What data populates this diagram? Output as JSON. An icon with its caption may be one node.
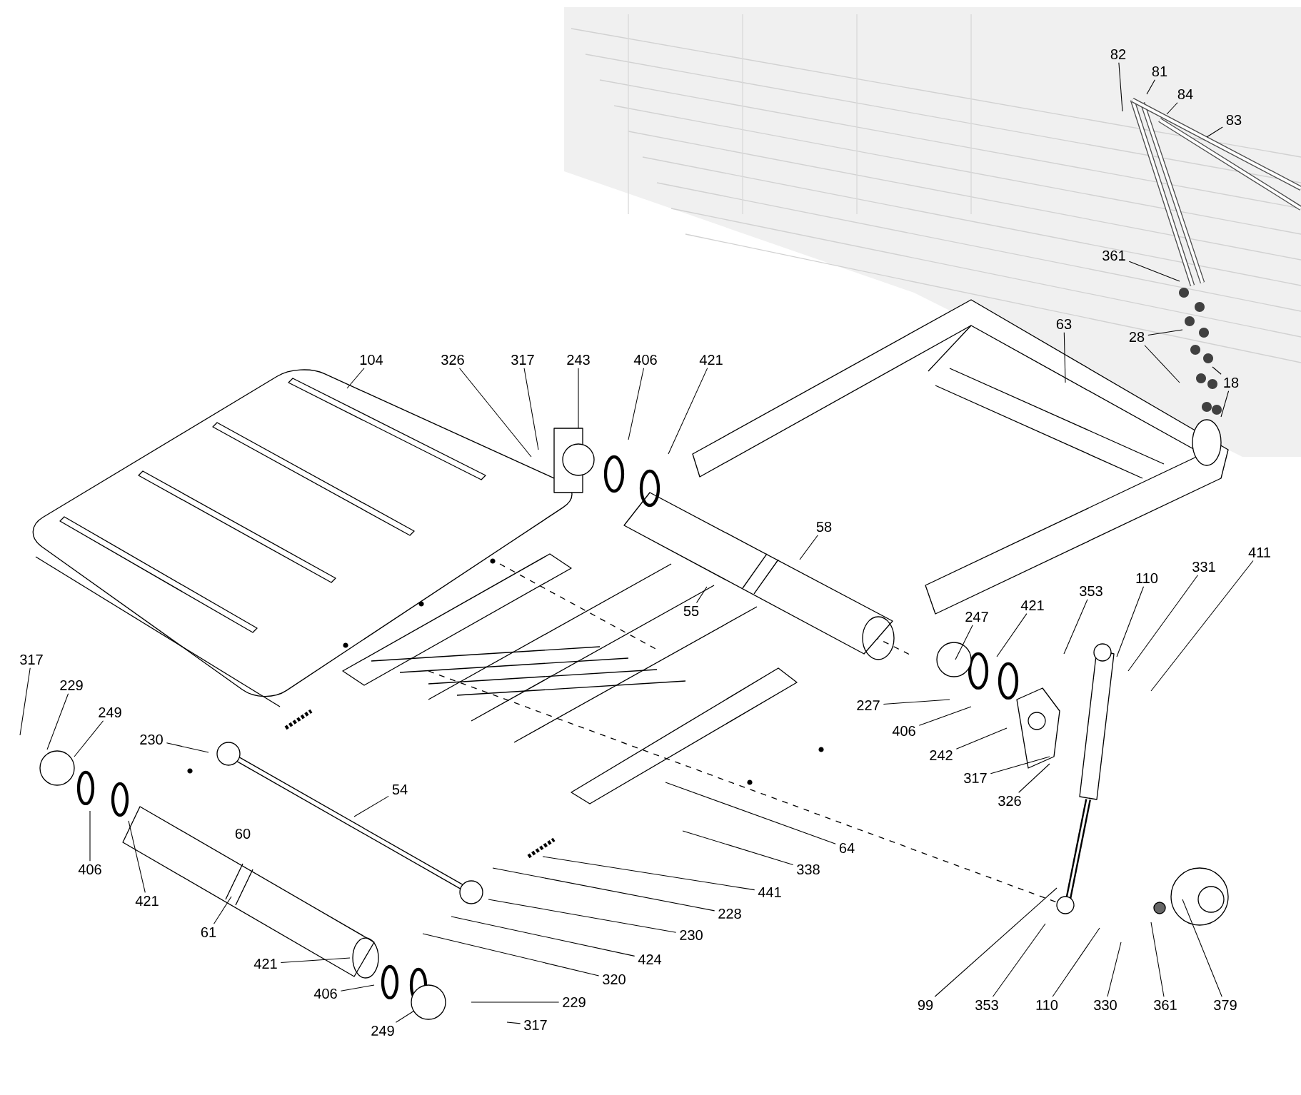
{
  "diagram": {
    "nodes": [
      {
        "text": [
          "82"
        ]
      },
      {
        "text": [
          "81"
        ]
      },
      {
        "text": [
          "84"
        ]
      },
      {
        "text": [
          "83"
        ]
      },
      {
        "text": [
          "361"
        ]
      },
      {
        "text": [
          "63"
        ]
      },
      {
        "text": [
          "28"
        ]
      },
      {
        "text": [
          "18"
        ]
      },
      {
        "text": [
          "104"
        ]
      },
      {
        "text": [
          "326"
        ]
      },
      {
        "text": [
          "317"
        ]
      },
      {
        "text": [
          "243"
        ]
      },
      {
        "text": [
          "406"
        ]
      },
      {
        "text": [
          "421"
        ]
      },
      {
        "text": [
          "58"
        ]
      },
      {
        "text": [
          "55"
        ]
      },
      {
        "text": [
          "353"
        ]
      },
      {
        "text": [
          "110"
        ]
      },
      {
        "text": [
          "331"
        ]
      },
      {
        "text": [
          "411"
        ]
      },
      {
        "text": [
          "247"
        ]
      },
      {
        "text": [
          "421"
        ]
      },
      {
        "text": [
          "317"
        ]
      },
      {
        "text": [
          "229"
        ]
      },
      {
        "text": [
          "227"
        ]
      },
      {
        "text": [
          "249"
        ]
      },
      {
        "text": [
          "406"
        ]
      },
      {
        "text": [
          "230"
        ]
      },
      {
        "text": [
          "242"
        ]
      },
      {
        "text": [
          "317"
        ]
      },
      {
        "text": [
          "54"
        ]
      },
      {
        "text": [
          "326"
        ]
      },
      {
        "text": [
          "64"
        ]
      },
      {
        "text": [
          "406"
        ]
      },
      {
        "text": [
          "338"
        ]
      },
      {
        "text": [
          "441"
        ]
      },
      {
        "text": [
          "421"
        ]
      },
      {
        "text": [
          "228"
        ]
      },
      {
        "text": [
          "61"
        ]
      },
      {
        "text": [
          "230"
        ]
      },
      {
        "text": [
          "424"
        ]
      },
      {
        "text": [
          "421"
        ]
      },
      {
        "text": [
          "320"
        ]
      },
      {
        "text": [
          "406"
        ]
      },
      {
        "text": [
          "229"
        ]
      },
      {
        "text": [
          "99"
        ]
      },
      {
        "text": [
          "353"
        ]
      },
      {
        "text": [
          "110"
        ]
      },
      {
        "text": [
          "330"
        ]
      },
      {
        "text": [
          "361"
        ]
      },
      {
        "text": [
          "379"
        ]
      },
      {
        "text": [
          "249"
        ]
      },
      {
        "text": [
          "317"
        ]
      }
    ],
    "edges": [
      {
        "from": 0,
        "to": null,
        "arrow": "none"
      },
      {
        "from": 1,
        "to": null,
        "arrow": "none"
      },
      {
        "from": 2,
        "to": null,
        "arrow": "none"
      },
      {
        "from": 3,
        "to": null,
        "arrow": "none"
      },
      {
        "from": 4,
        "to": null,
        "arrow": "none"
      },
      {
        "from": 5,
        "to": null,
        "arrow": "none"
      },
      {
        "from": 6,
        "to": null,
        "arrow": "none"
      },
      {
        "from": 6,
        "to": null,
        "arrow": "none"
      },
      {
        "from": 7,
        "to": null,
        "arrow": "none"
      },
      {
        "from": 7,
        "to": null,
        "arrow": "none"
      },
      {
        "from": 8,
        "to": null,
        "arrow": "none"
      },
      {
        "from": 9,
        "to": null,
        "arrow": "none"
      },
      {
        "from": 10,
        "to": null,
        "arrow": "none"
      },
      {
        "from": 11,
        "to": null,
        "arrow": "none"
      },
      {
        "from": 12,
        "to": null,
        "arrow": "none"
      },
      {
        "from": 13,
        "to": null,
        "arrow": "none"
      },
      {
        "from": 14,
        "to": null,
        "arrow": "none"
      },
      {
        "from": 15,
        "to": null,
        "arrow": "none"
      },
      {
        "from": 16,
        "to": null,
        "arrow": "none"
      },
      {
        "from": 17,
        "to": null,
        "arrow": "none"
      },
      {
        "from": 18,
        "to": null,
        "arrow": "none"
      },
      {
        "from": 19,
        "to": null,
        "arrow": "none"
      },
      {
        "from": 20,
        "to": null,
        "arrow": "none"
      },
      {
        "from": 21,
        "to": null,
        "arrow": "none"
      },
      {
        "from": 22,
        "to": null,
        "arrow": "none"
      },
      {
        "from": 23,
        "to": null,
        "arrow": "none"
      },
      {
        "from": 24,
        "to": null,
        "arrow": "none"
      },
      {
        "from": 25,
        "to": null,
        "arrow": "none"
      },
      {
        "from": 26,
        "to": null,
        "arrow": "none"
      },
      {
        "from": 27,
        "to": null,
        "arrow": "none"
      },
      {
        "from": 28,
        "to": null,
        "arrow": "none"
      },
      {
        "from": 29,
        "to": null,
        "arrow": "none"
      },
      {
        "from": 30,
        "to": null,
        "arrow": "none"
      },
      {
        "from": 31,
        "to": null,
        "arrow": "none"
      },
      {
        "from": 32,
        "to": null,
        "arrow": "none"
      },
      {
        "from": 33,
        "to": null,
        "arrow": "none"
      },
      {
        "from": 34,
        "to": null,
        "arrow": "none"
      },
      {
        "from": 35,
        "to": null,
        "arrow": "none"
      },
      {
        "from": 36,
        "to": null,
        "arrow": "none"
      },
      {
        "from": 37,
        "to": null,
        "arrow": "none"
      },
      {
        "from": 38,
        "to": null,
        "arrow": "none"
      },
      {
        "from": 39,
        "to": null,
        "arrow": "none"
      },
      {
        "from": 40,
        "to": null,
        "arrow": "none"
      },
      {
        "from": 41,
        "to": null,
        "arrow": "none"
      },
      {
        "from": 42,
        "to": null,
        "arrow": "none"
      },
      {
        "from": 43,
        "to": null,
        "arrow": "none"
      },
      {
        "from": 44,
        "to": null,
        "arrow": "none"
      },
      {
        "from": 45,
        "to": null,
        "arrow": "none"
      },
      {
        "from": 46,
        "to": null,
        "arrow": "none"
      },
      {
        "from": 47,
        "to": null,
        "arrow": "none"
      },
      {
        "from": 48,
        "to": null,
        "arrow": "none"
      },
      {
        "from": 49,
        "to": null,
        "arrow": "none"
      },
      {
        "from": 50,
        "to": null,
        "arrow": "none"
      },
      {
        "from": 51,
        "to": null,
        "arrow": "none"
      },
      {
        "from": 52,
        "to": null,
        "arrow": "none"
      }
    ],
    "labels": [
      "60"
    ]
  }
}
